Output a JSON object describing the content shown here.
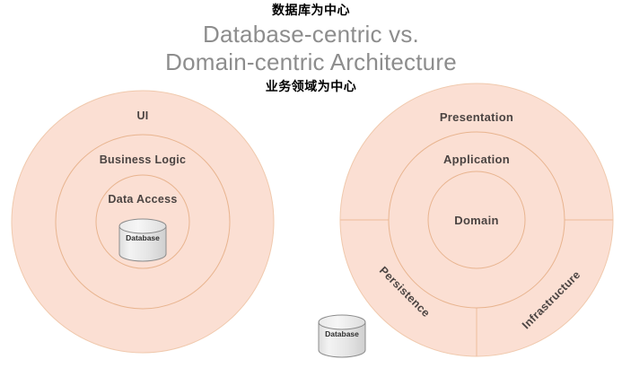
{
  "header": {
    "annotation_top": "数据库为中心",
    "title_line1": "Database-centric vs.",
    "title_line2": "Domain-centric Architecture",
    "annotation_bottom": "业务领域为中心",
    "title_color": "#8d8d8d",
    "annotation_color": "#000000"
  },
  "theme": {
    "ring_fill": "#fbdfd3",
    "ring_stroke": "#e8b48f",
    "label_color": "#4b4442",
    "cylinder_fill_light": "#f1f1f1",
    "cylinder_fill_dark": "#d2d2d2",
    "cylinder_stroke": "#8c8c8c",
    "background": "#ffffff"
  },
  "chart_data": {
    "type": "diagram",
    "title": "Database-centric vs. Domain-centric Architecture",
    "diagrams": [
      {
        "id": "database-centric",
        "name": "Database-centric Architecture",
        "annotation": "数据库为中心",
        "shape": "concentric-circles",
        "center": [
          159,
          247
        ],
        "rings": [
          {
            "label": "UI",
            "radius": 146,
            "order": 1
          },
          {
            "label": "Business Logic",
            "radius": 97,
            "order": 2
          },
          {
            "label": "Data Access",
            "radius": 52,
            "order": 3
          }
        ],
        "core": {
          "type": "cylinder",
          "label": "Database"
        }
      },
      {
        "id": "domain-centric",
        "name": "Domain-centric Architecture",
        "annotation": "业务领域为中心",
        "shape": "concentric-circles-with-sectors",
        "center": [
          531,
          245
        ],
        "rings": [
          {
            "label": "Presentation",
            "radius": 152,
            "order": 1
          },
          {
            "label": "Application",
            "radius": 98,
            "order": 2
          },
          {
            "label": "Domain",
            "radius": 54,
            "order": 3
          }
        ],
        "outer_sectors": [
          {
            "label": "Persistence",
            "rotation": 45,
            "position": "lower-left"
          },
          {
            "label": "Infrastructure",
            "rotation": -45,
            "position": "lower-right"
          }
        ],
        "external": {
          "type": "cylinder",
          "label": "Database",
          "position": "below-left"
        }
      }
    ]
  },
  "left_diagram": {
    "ring_ui": "UI",
    "ring_business_logic": "Business Logic",
    "ring_data_access": "Data Access",
    "cylinder_label": "Database"
  },
  "right_diagram": {
    "ring_presentation": "Presentation",
    "ring_application": "Application",
    "ring_domain": "Domain",
    "sector_persistence": "Persistence",
    "sector_infrastructure": "Infrastructure"
  },
  "bottom_cylinder": {
    "label": "Database"
  }
}
